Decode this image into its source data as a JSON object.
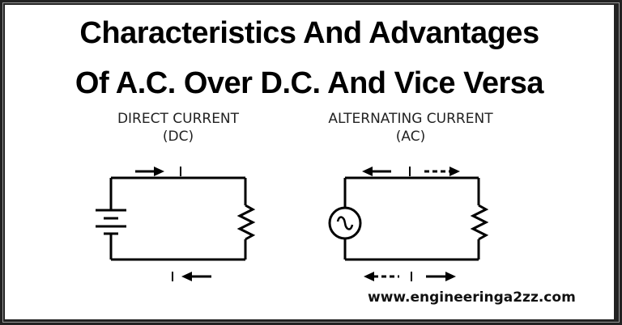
{
  "title": {
    "line1": "Characteristics And Advantages",
    "line2": "Of A.C. Over D.C. And Vice Versa"
  },
  "dc_diagram": {
    "heading": "DIRECT CURRENT",
    "abbrev": "(DC)",
    "current_label_top": "I",
    "current_label_bottom": "I",
    "source": "battery-icon",
    "load": "resistor-icon",
    "flow": "unidirectional"
  },
  "ac_diagram": {
    "heading": "ALTERNATING CURRENT",
    "abbrev": "(AC)",
    "current_label_top": "I",
    "current_label_bottom": "I",
    "source": "ac-source-icon",
    "load": "resistor-icon",
    "flow": "bidirectional"
  },
  "footer": {
    "url": "www.engineeringa2zz.com"
  },
  "colors": {
    "background": "#ffffff",
    "text": "#000000",
    "frame": "#222222"
  }
}
